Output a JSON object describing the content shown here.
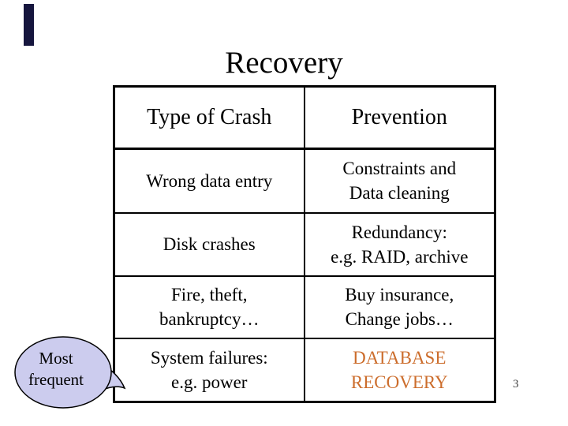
{
  "slide": {
    "title": "Recovery",
    "page_number": "3",
    "table": {
      "headers": [
        "Type of Crash",
        "Prevention"
      ],
      "rows": [
        {
          "crash_lines": [
            "Wrong data entry"
          ],
          "prevention_lines": [
            "Constraints and",
            "Data cleaning"
          ]
        },
        {
          "crash_lines": [
            "Disk crashes"
          ],
          "prevention_lines": [
            "Redundancy:",
            "e.g. RAID, archive"
          ]
        },
        {
          "crash_lines": [
            "Fire, theft,",
            "bankruptcy…"
          ],
          "prevention_lines": [
            "Buy insurance,",
            "Change jobs…"
          ]
        },
        {
          "crash_lines": [
            "System failures:",
            "e.g. power"
          ],
          "prevention_lines": [
            "DATABASE",
            "RECOVERY"
          ]
        }
      ]
    },
    "callout": {
      "lines": [
        "Most",
        "frequent"
      ]
    },
    "colors": {
      "highlight_text": "#CC6D2C",
      "callout_fill": "#CCCCEE",
      "corner_bar": "#16163E"
    }
  }
}
